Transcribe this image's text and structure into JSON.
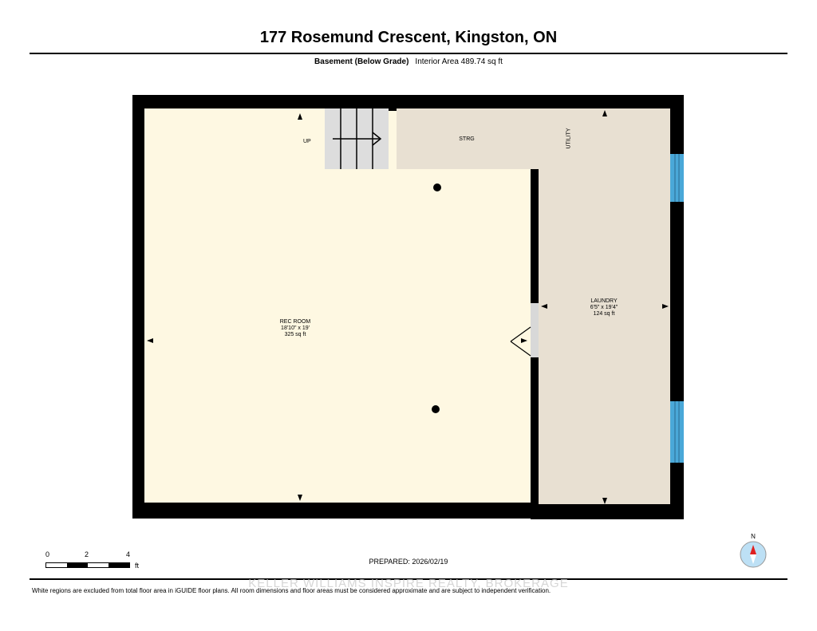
{
  "header": {
    "title": "177 Rosemund Crescent, Kingston, ON",
    "level": "Basement (Below Grade)",
    "area": "Interior Area 489.74 sq ft"
  },
  "rooms": {
    "rec": {
      "name": "REC ROOM",
      "dims": "18'10\" x 19'",
      "area": "325 sq ft"
    },
    "laundry": {
      "name": "LAUNDRY",
      "dims": "6'5\" x 19'4\"",
      "area": "124 sq ft"
    },
    "strg": {
      "name": "STRG"
    },
    "utility": {
      "name": "UTILITY"
    },
    "stairs": {
      "label": "UP"
    }
  },
  "scale": {
    "t0": "0",
    "t2": "2",
    "t4": "4",
    "unit": "ft"
  },
  "compass": {
    "label": "N"
  },
  "footer": {
    "prepared": "PREPARED: 2026/02/19",
    "watermark": "KELLER WILLIAMS INSPIRE REALTY, BROKERAGE",
    "disclaimer": "White regions are excluded from total floor area in iGUIDE floor plans. All room dimensions and floor areas must be considered approximate and are subject to independent verification."
  },
  "colors": {
    "rec": "#fef8e2",
    "laundry": "#e8e0d2",
    "wall": "#000000",
    "window": "#4aa8d8"
  }
}
